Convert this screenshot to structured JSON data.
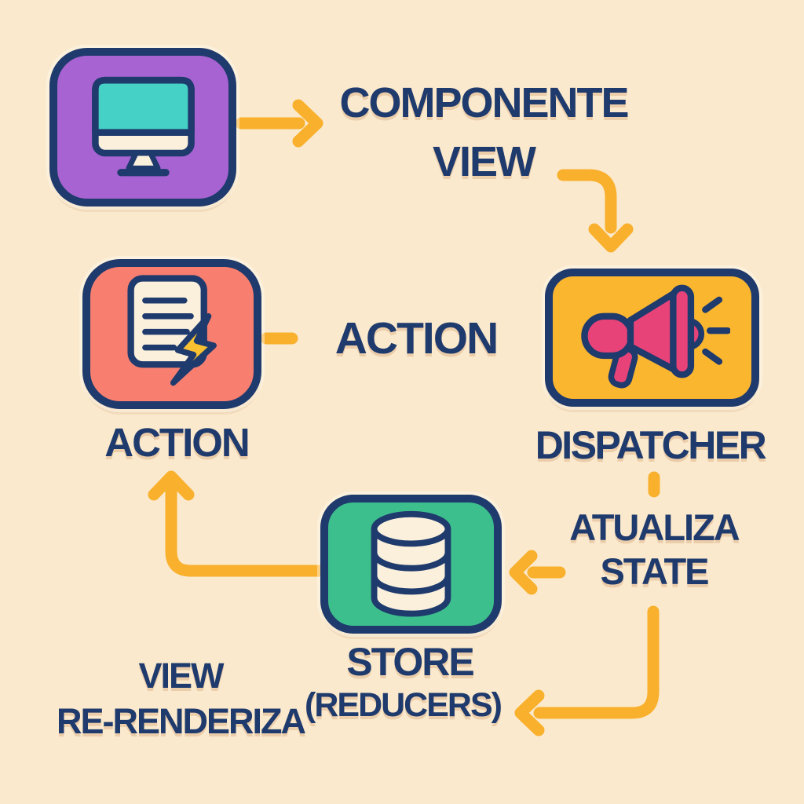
{
  "diagram": {
    "type": "flux-architecture-flow",
    "colors": {
      "background": "#FAE9CD",
      "ink_navy": "#1F3A6C",
      "arrow_yellow": "#F9B02C",
      "view_box_purple": "#A763D2",
      "monitor_screen_teal": "#45D1C5",
      "dispatcher_box_yellow": "#FBB630",
      "megaphone_pink": "#E84379",
      "action_box_coral": "#F87F70",
      "store_box_green": "#3DBF8D",
      "paper_cream": "#FBF0DC",
      "bolt_yellow": "#F9C131"
    },
    "nodes": {
      "view": {
        "icon": "monitor-icon"
      },
      "dispatcher": {
        "icon": "megaphone-icon",
        "label": "DISPATCHER"
      },
      "action": {
        "icon": "document-bolt-icon",
        "label": "ACTION"
      },
      "store": {
        "icon": "database-icon",
        "label": "STORE",
        "sublabel": "(REDUCERS)"
      }
    },
    "texts": {
      "componente_view": {
        "line1": "COMPONENTE",
        "line2": "VIEW"
      },
      "action_mid": "ACTION",
      "atualiza_state": {
        "line1": "ATUALIZA",
        "line2": "STATE"
      },
      "view_rerenderiza": {
        "line1": "VIEW",
        "line2": "RE-RENDERIZA"
      }
    }
  }
}
